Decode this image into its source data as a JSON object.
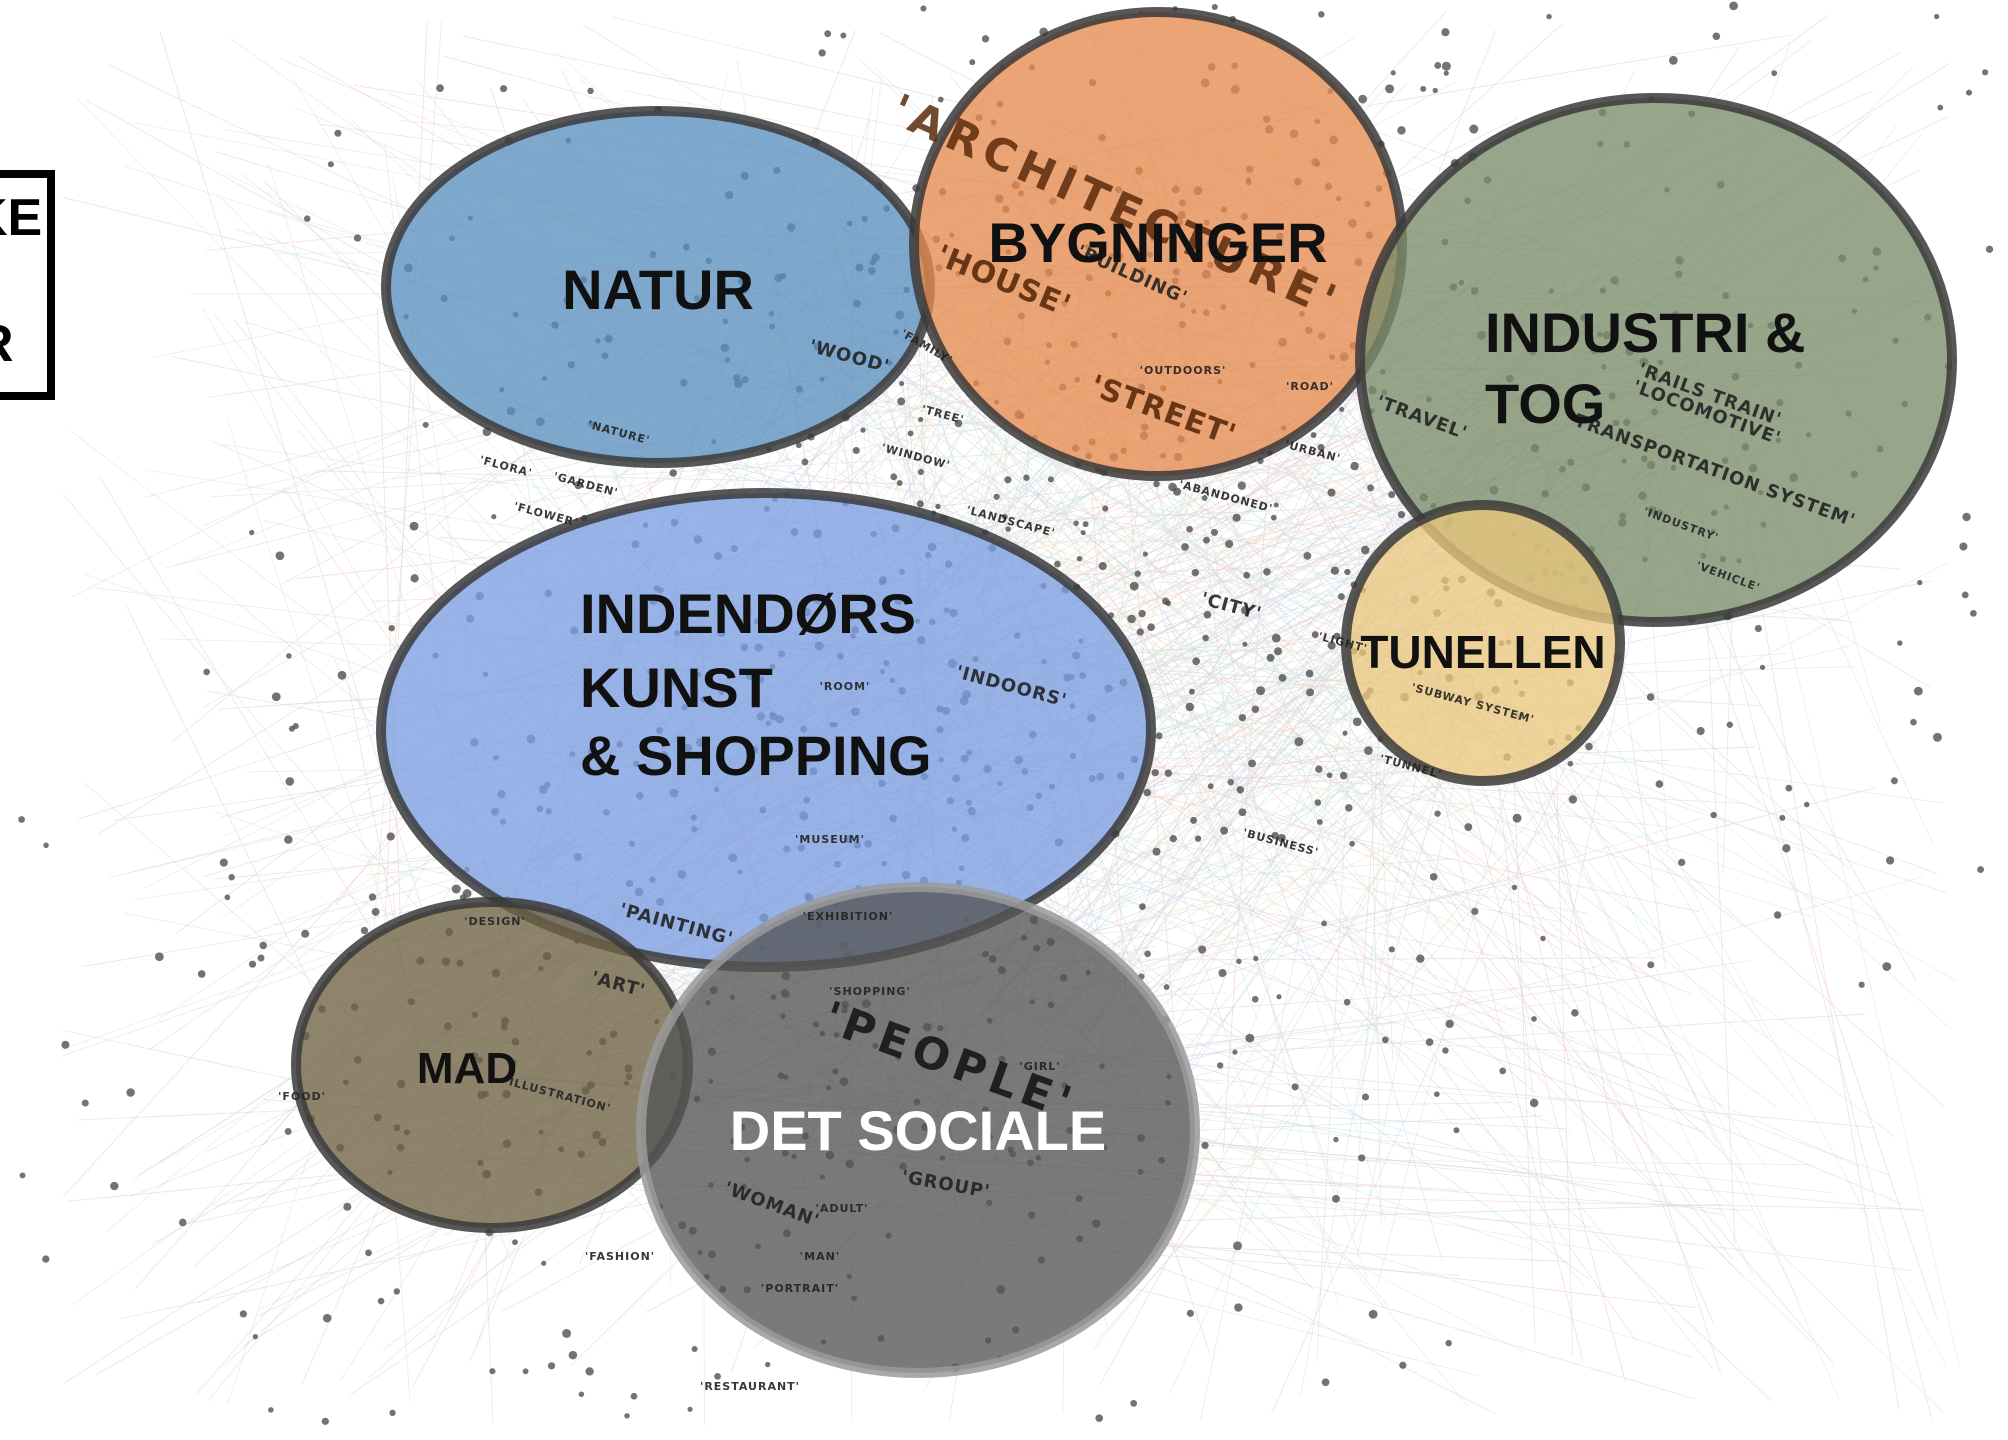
{
  "legend": {
    "line1": "KE",
    "line2": "R"
  },
  "clusters": [
    {
      "id": "natur",
      "title_lines": [
        "NATUR"
      ],
      "fill": "#5b8fbf",
      "text_color": "#111111"
    },
    {
      "id": "bygninger",
      "title_lines": [
        "BYGNINGER"
      ],
      "fill": "#e58a4e",
      "text_color": "#111111"
    },
    {
      "id": "industri",
      "title_lines": [
        "INDUSTRI &",
        "TOG"
      ],
      "fill": "#7a8c6a",
      "text_color": "#111111"
    },
    {
      "id": "indendors",
      "title_lines": [
        "INDENDØRS",
        "KUNST",
        "& SHOPPING"
      ],
      "fill": "#7b9ee0",
      "text_color": "#111111"
    },
    {
      "id": "tunellen",
      "title_lines": [
        "TUNELLEN"
      ],
      "fill": "#e9c77e",
      "text_color": "#111111"
    },
    {
      "id": "mad",
      "title_lines": [
        "MAD"
      ],
      "fill": "#6e6242",
      "text_color": "#111111"
    },
    {
      "id": "det-sociale",
      "title_lines": [
        "DET SOCIALE"
      ],
      "fill": "#555555",
      "text_color": "#ffffff"
    }
  ],
  "keywords": [
    {
      "text": "'ARCHITECTURE'",
      "size": "large"
    },
    {
      "text": "'BUILDING'",
      "size": "small"
    },
    {
      "text": "'HOUSE'",
      "size": "medium"
    },
    {
      "text": "'STREET'",
      "size": "medium"
    },
    {
      "text": "'OUTDOORS'",
      "size": "tiny"
    },
    {
      "text": "'ROAD'",
      "size": "tiny"
    },
    {
      "text": "'WOOD'",
      "size": "small"
    },
    {
      "text": "'FAMILY'",
      "size": "tiny"
    },
    {
      "text": "'TREE'",
      "size": "tiny"
    },
    {
      "text": "'WINDOW'",
      "size": "tiny"
    },
    {
      "text": "'NATURE'",
      "size": "tiny"
    },
    {
      "text": "'GARDEN'",
      "size": "tiny"
    },
    {
      "text": "'FLOWER'",
      "size": "tiny"
    },
    {
      "text": "'FLORA'",
      "size": "tiny"
    },
    {
      "text": "'LANDSCAPE'",
      "size": "tiny"
    },
    {
      "text": "'ABANDONED'",
      "size": "tiny"
    },
    {
      "text": "'URBAN'",
      "size": "tiny"
    },
    {
      "text": "'CITY'",
      "size": "small"
    },
    {
      "text": "'LIGHT'",
      "size": "tiny"
    },
    {
      "text": "'RAILS TRAIN'",
      "size": "small"
    },
    {
      "text": "'LOCOMOTIVE'",
      "size": "small"
    },
    {
      "text": "'TRANSPORTATION SYSTEM'",
      "size": "small"
    },
    {
      "text": "'TRAVEL'",
      "size": "small"
    },
    {
      "text": "'INDUSTRY'",
      "size": "tiny"
    },
    {
      "text": "'VEHICLE'",
      "size": "tiny"
    },
    {
      "text": "'SUBWAY SYSTEM'",
      "size": "tiny"
    },
    {
      "text": "'TUNNEL'",
      "size": "tiny"
    },
    {
      "text": "'INDOORS'",
      "size": "small"
    },
    {
      "text": "'ROOM'",
      "size": "tiny"
    },
    {
      "text": "'MUSEUM'",
      "size": "tiny"
    },
    {
      "text": "'EXHIBITION'",
      "size": "tiny"
    },
    {
      "text": "'PAINTING'",
      "size": "small"
    },
    {
      "text": "'ART'",
      "size": "small"
    },
    {
      "text": "'DESIGN'",
      "size": "tiny"
    },
    {
      "text": "'ILLUSTRATION'",
      "size": "tiny"
    },
    {
      "text": "'FOOD'",
      "size": "tiny"
    },
    {
      "text": "'PEOPLE'",
      "size": "large"
    },
    {
      "text": "'SHOPPING'",
      "size": "tiny"
    },
    {
      "text": "'WOMAN'",
      "size": "small"
    },
    {
      "text": "'ADULT'",
      "size": "tiny"
    },
    {
      "text": "'GROUP'",
      "size": "small"
    },
    {
      "text": "'MAN'",
      "size": "tiny"
    },
    {
      "text": "'PORTRAIT'",
      "size": "tiny"
    },
    {
      "text": "'RESTAURANT'",
      "size": "tiny"
    },
    {
      "text": "'BUSINESS'",
      "size": "tiny"
    },
    {
      "text": "'GIRL'",
      "size": "tiny"
    },
    {
      "text": "'FASHION'",
      "size": "tiny"
    }
  ]
}
